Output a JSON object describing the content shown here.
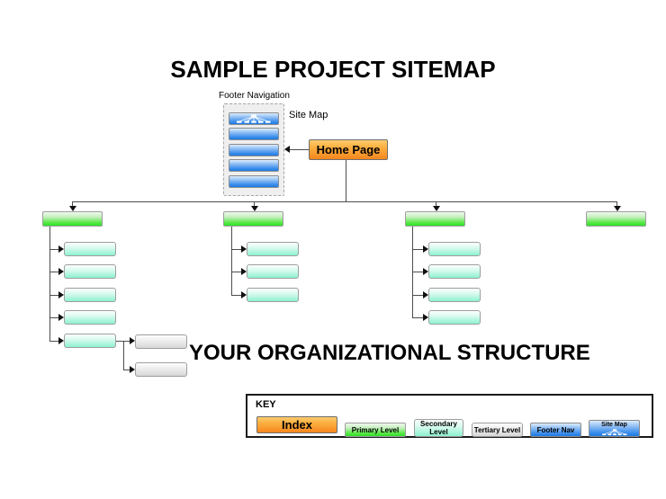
{
  "title": "SAMPLE PROJECT SITEMAP",
  "org_text": "YOUR ORGANIZATIONAL STRUCTURE",
  "footer_nav": {
    "label": "Footer Navigation",
    "site_map_label": "Site Map",
    "bar_count": 5
  },
  "home_page": {
    "label": "Home Page"
  },
  "sitemap_tree": {
    "primary_count": 4,
    "columns": [
      {
        "secondary_count": 5,
        "tertiary_count": 2
      },
      {
        "secondary_count": 3,
        "tertiary_count": 0
      },
      {
        "secondary_count": 4,
        "tertiary_count": 0
      },
      {
        "secondary_count": 0,
        "tertiary_count": 0
      }
    ]
  },
  "key": {
    "label": "KEY",
    "items": [
      {
        "id": "index",
        "label": "Index"
      },
      {
        "id": "primary",
        "label": "Primary Level"
      },
      {
        "id": "secondary",
        "label": "Secondary Level"
      },
      {
        "id": "tertiary",
        "label": "Tertiary Level"
      },
      {
        "id": "footer_nav",
        "label": "Footer Nav"
      },
      {
        "id": "site_map",
        "label": "Site Map"
      }
    ]
  },
  "colors": {
    "index_orange_top": "#FCCB6E",
    "index_orange_bottom": "#F5871F",
    "primary_green_top": "#EEF9EC",
    "primary_green_bottom": "#2DDF2D",
    "secondary_mint_top": "#FBFFFD",
    "secondary_mint_bottom": "#8DF2D1",
    "tertiary_gray_top": "#FDFDFD",
    "tertiary_gray_bottom": "#D7D7D7",
    "footer_blue_top": "#DCEBFC",
    "footer_blue_bottom": "#1E7BE0",
    "connector_line": "#4D4D4D"
  }
}
